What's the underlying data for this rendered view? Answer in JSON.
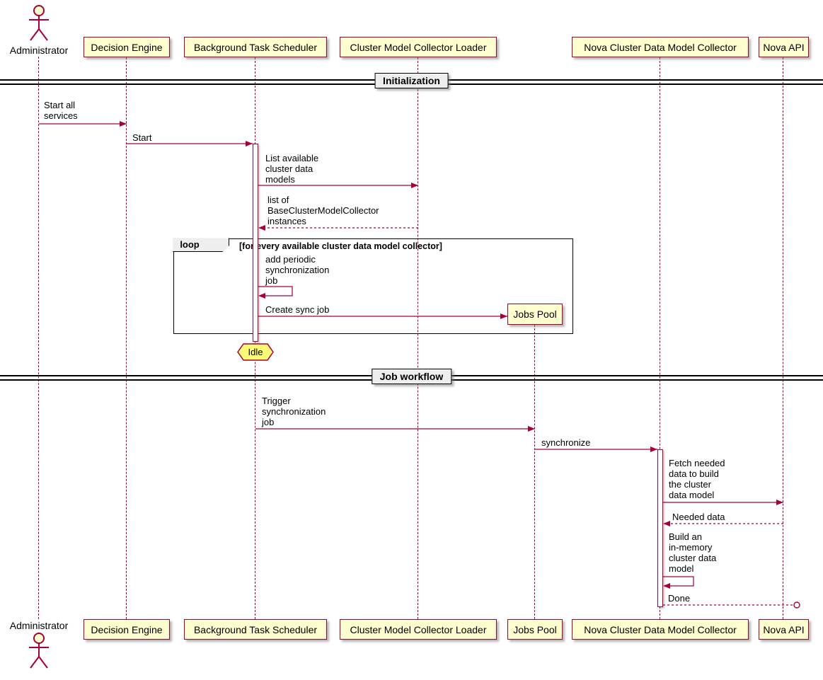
{
  "participants": {
    "administrator": {
      "label": "Administrator"
    },
    "decision_engine": {
      "label": "Decision Engine"
    },
    "task_scheduler": {
      "label": "Background Task Scheduler"
    },
    "collector_loader": {
      "label": "Cluster Model Collector Loader"
    },
    "jobs_pool": {
      "label": "Jobs Pool"
    },
    "nova_collector": {
      "label": "Nova Cluster Data Model Collector"
    },
    "nova_api": {
      "label": "Nova API"
    }
  },
  "dividers": {
    "initialization": {
      "label": "Initialization"
    },
    "job_workflow": {
      "label": "Job workflow"
    }
  },
  "loop_frame": {
    "label": "loop",
    "condition": "[for every available cluster data model collector]"
  },
  "idle_state": {
    "label": "Idle"
  },
  "messages": {
    "start_all_services": "Start all\nservices",
    "start": "Start",
    "list_available": "List available\ncluster data\nmodels",
    "list_of_instances": "list of\nBaseClusterModelCollector\ninstances",
    "add_periodic": "add periodic\nsynchronization\njob",
    "create_sync_job": "Create sync job",
    "trigger_sync": "Trigger\nsynchronization\njob",
    "synchronize": "synchronize",
    "fetch_needed": "Fetch needed\ndata to build\nthe cluster\ndata model",
    "needed_data": "Needed data",
    "build_model": "Build an\nin-memory\ncluster data\nmodel",
    "done": "Done"
  },
  "colors": {
    "accent": "#A80036",
    "participant_fill": "#FEFECE",
    "note_fill": "#FBFB77",
    "divider_fill": "#EEEEEE",
    "frame_border": "#000000"
  }
}
